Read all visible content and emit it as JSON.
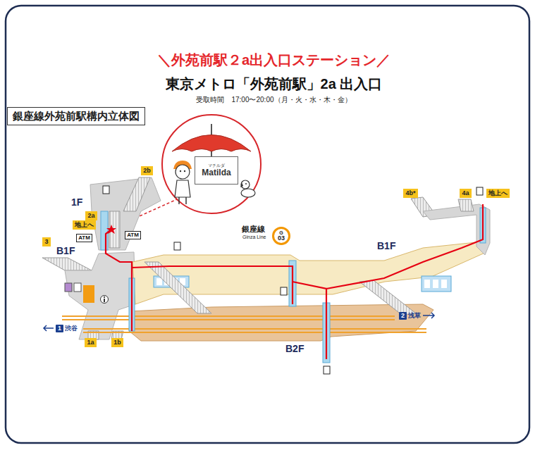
{
  "diagram": {
    "title": "＼外苑前駅２a出入口ステーション／",
    "nodes": [
      {
        "text": [
          "銀座線外苑前駅構内立体図"
        ]
      },
      {
        "text": [
          "マチルダ",
          "Matilda"
        ]
      },
      {
        "text": [
          "2b"
        ]
      },
      {
        "text": [
          "2a"
        ]
      },
      {
        "text": [
          "地上へ"
        ]
      },
      {
        "text": [
          "ATM"
        ]
      },
      {
        "text": [
          "3"
        ]
      },
      {
        "text": [
          "ATM"
        ]
      },
      {
        "text": [
          "G",
          "03"
        ]
      },
      {
        "text": [
          "4b*"
        ]
      },
      {
        "text": [
          "4a"
        ]
      },
      {
        "text": [
          "地上へ"
        ]
      },
      {
        "text": [
          "1"
        ]
      },
      {
        "text": [
          "1a"
        ]
      },
      {
        "text": [
          "1b"
        ]
      },
      {
        "text": [
          "2"
        ]
      }
    ],
    "labels": [
      "東京メトロ「外苑前駅」2a 出入口",
      "受取時間　17:00〜20:00（月・火・水・木・金）",
      "1F",
      "B1F",
      "銀座線",
      "Ginza Line",
      "B1F",
      "渋谷",
      "浅草",
      "B2F"
    ]
  }
}
